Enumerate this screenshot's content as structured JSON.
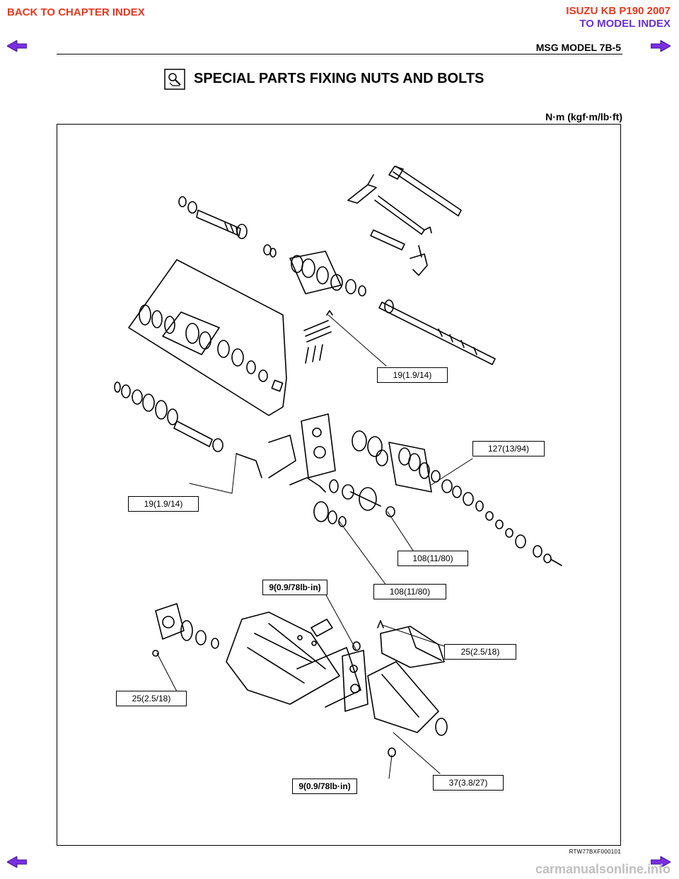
{
  "nav": {
    "back_to_chapter": "BACK TO CHAPTER INDEX",
    "model_line1": "ISUZU KB P190 2007",
    "model_line2": "TO MODEL INDEX"
  },
  "header": {
    "page_ref": "MSG MODEL  7B-5"
  },
  "section": {
    "icon": "wrench-magnifier-icon",
    "title": "SPECIAL PARTS FIXING NUTS AND BOLTS"
  },
  "unit_label": "N·m (kgf·m/lb·ft)",
  "callouts": [
    {
      "id": "c1",
      "text": "19(1.9/14)",
      "bold": false
    },
    {
      "id": "c2",
      "text": "127(13/94)",
      "bold": false
    },
    {
      "id": "c3",
      "text": "19(1.9/14)",
      "bold": false
    },
    {
      "id": "c4",
      "text": "108(11/80)",
      "bold": false
    },
    {
      "id": "c5",
      "text": "9(0.9/78lb·in)",
      "bold": true
    },
    {
      "id": "c6",
      "text": "108(11/80)",
      "bold": false
    },
    {
      "id": "c7",
      "text": "25(2.5/18)",
      "bold": false
    },
    {
      "id": "c8",
      "text": "25(2.5/18)",
      "bold": false
    },
    {
      "id": "c9",
      "text": "9(0.9/78lb·in)",
      "bold": true
    },
    {
      "id": "c10",
      "text": "37(3.8/27)",
      "bold": false
    }
  ],
  "figure_code": "RTW77BXF000101",
  "watermark": "carmanualsonline.info",
  "colors": {
    "nav_red": "#e8361e",
    "nav_purple": "#6a2fd8",
    "arrow_purple": "#7b2fe0"
  }
}
